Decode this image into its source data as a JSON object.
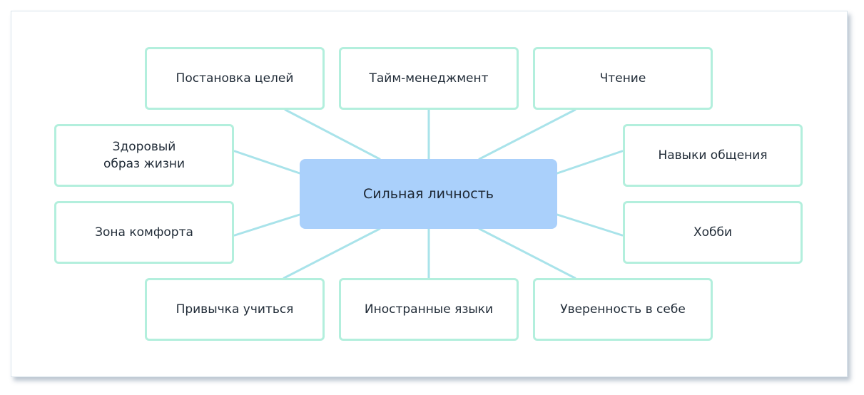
{
  "diagram": {
    "center": "Сильная личность",
    "nodes": [
      "Постановка целей",
      "Тайм-менеджмент",
      "Чтение",
      "Здоровый\nобраз жизни",
      "Навыки общения",
      "Зона комфорта",
      "Хобби",
      "Привычка учиться",
      "Иностранные языки",
      "Уверенность в себе"
    ]
  },
  "colors": {
    "center_fill": "#aad0fb",
    "node_border": "#b3efdd",
    "connector": "#a9e3ea"
  }
}
